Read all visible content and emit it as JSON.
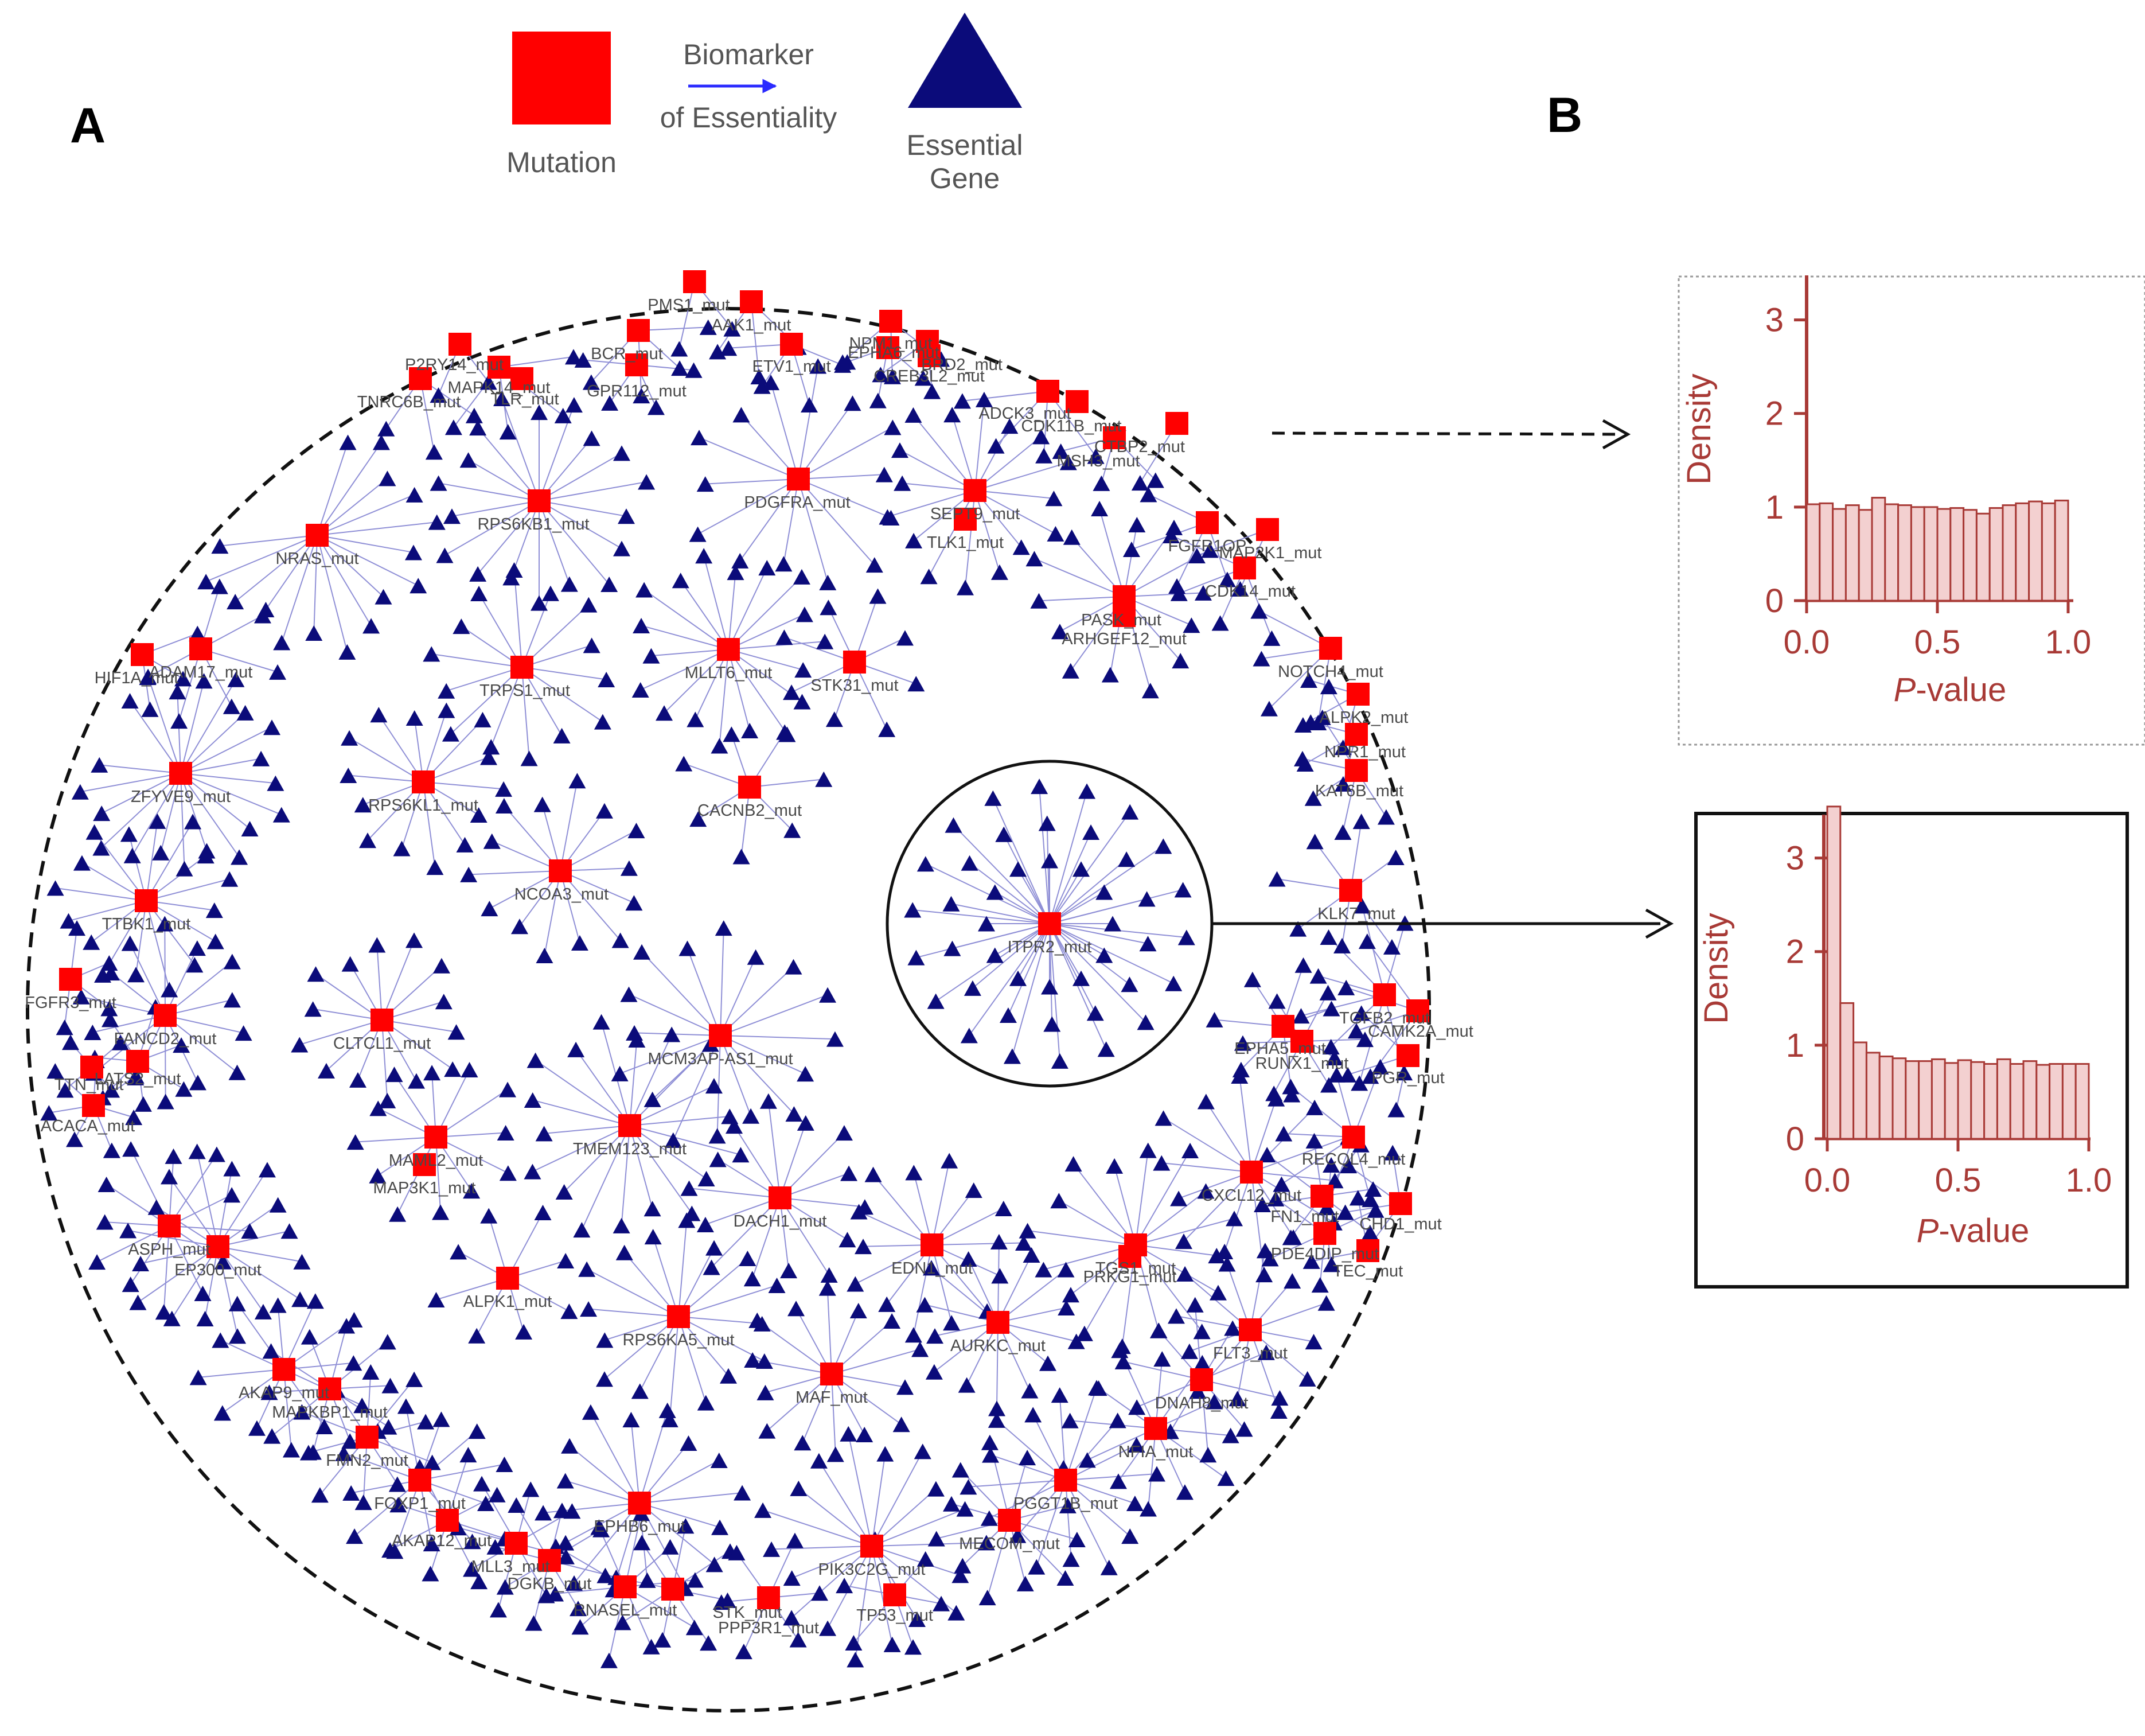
{
  "figure": {
    "panel_a_label": "A",
    "panel_b_label": "B",
    "legend": {
      "mutation_label": "Mutation",
      "arrow_label_line1": "Biomarker",
      "arrow_label_line2": "of Essentiality",
      "essential_label_line1": "Essential",
      "essential_label_line2": "Gene"
    },
    "colors": {
      "mutation": "#ff0000",
      "essential_gene": "#0b0b7a",
      "edge": "#8f8fd6",
      "arrow": "#2b2bff",
      "hist_fill": "#f3d0d0",
      "hist_stroke": "#a83a36"
    },
    "network": {
      "labels": [
        "PMS1_mut",
        "AAK1_mut",
        "NPM1_mut",
        "BCR_mut",
        "ETV1_mut",
        "EPHA6_mut",
        "BRD2_mut",
        "CREB3L2_mut",
        "P2RY14_mut",
        "MAPK14_mut",
        "TLR_mut",
        "GPR112_mut",
        "TNRC6B_mut",
        "ADCK3_mut",
        "CDK11B_mut",
        "CTBP2_mut",
        "MSH3_mut",
        "RPS6KB1_mut",
        "PDGFRA_mut",
        "SEPT9_mut",
        "TLK1_mut",
        "NRAS_mut",
        "FGFR1OP",
        "MAP2K1_mut",
        "CDK14_mut",
        "PASK_mut",
        "ARHGEF12_mut",
        "TRPS1_mut",
        "MLLT6_mut",
        "STK31_mut",
        "NOTCH4_mut",
        "HIF1A_mut",
        "ADAM17_mut",
        "ALPK2_mut",
        "NPR1_mut",
        "ZFYVE9_mut",
        "CACNB2_mut",
        "KAT6B_mut",
        "RPS6KL1_mut",
        "NCOA3_mut",
        "ITPR2_mut",
        "KLK7_mut",
        "TTBK1_mut",
        "FGFR3_mut",
        "FANCD2_mut",
        "LATS2_mut",
        "TTN_mut",
        "ACACA_mut",
        "CLTCL1_mut",
        "MCM3AP-AS1_mut",
        "TGFB2_mut",
        "CAMK2A_mut",
        "EPHA5_mut",
        "RUNX1_mut",
        "PGR_mut",
        "MAML2_mut",
        "MAP3K1_mut",
        "TMEM123_mut",
        "RECQL4_mut",
        "CXCL12_mut",
        "FN1_mut",
        "CHD1_mut",
        "PDE4DIP_mut",
        "TEC_mut",
        "ASPH_mut",
        "EP300_mut",
        "DACH1_mut",
        "EDN1_mut",
        "TGS1_mut",
        "PRKG1_mut",
        "ALPK1_mut",
        "RPS6KA5_mut",
        "AURKC_mut",
        "FLT3_mut",
        "AKAP9_mut",
        "MAPKBP1_mut",
        "MAF_mut",
        "DNAH8_mut",
        "FMN2_mut",
        "NFIA_mut",
        "FOXP1_mut",
        "PGGT1B_mut",
        "AKAP12_mut",
        "EPHB6_mut",
        "MECOM_mut",
        "MLL3_mut",
        "DGKB_mut",
        "PIK3C2G_mut",
        "RNASEL_mut",
        "STK_mut",
        "TP53_mut",
        "PPP3R1_mut"
      ]
    },
    "histogram_top": {
      "ylabel": "Density",
      "y_ticks": [
        "0",
        "1",
        "2",
        "3"
      ],
      "x_ticks": [
        "0.0",
        "0.5",
        "1.0"
      ],
      "xlabel_italic": "P",
      "xlabel_rest": "-value"
    },
    "histogram_bottom": {
      "ylabel": "Density",
      "y_ticks": [
        "0",
        "1",
        "2",
        "3"
      ],
      "x_ticks": [
        "0.0",
        "0.5",
        "1.0"
      ],
      "xlabel_italic": "P",
      "xlabel_rest": "-value"
    }
  },
  "chart_data": [
    {
      "type": "bar",
      "title": "",
      "xlabel": "P-value",
      "ylabel": "Density",
      "xlim": [
        0,
        1
      ],
      "ylim": [
        0,
        3.5
      ],
      "bin_width": 0.05,
      "values": [
        1.03,
        1.04,
        0.98,
        1.02,
        0.97,
        1.1,
        1.03,
        1.02,
        1.0,
        1.0,
        0.98,
        0.99,
        0.97,
        0.93,
        0.99,
        1.02,
        1.04,
        1.06,
        1.04,
        1.07
      ]
    },
    {
      "type": "bar",
      "title": "",
      "xlabel": "P-value",
      "ylabel": "Density",
      "xlim": [
        0,
        1
      ],
      "ylim": [
        0,
        3.5
      ],
      "bin_width": 0.05,
      "values": [
        3.55,
        1.45,
        1.03,
        0.92,
        0.88,
        0.86,
        0.83,
        0.83,
        0.85,
        0.81,
        0.84,
        0.82,
        0.8,
        0.85,
        0.8,
        0.83,
        0.79,
        0.8,
        0.8,
        0.8
      ]
    }
  ]
}
